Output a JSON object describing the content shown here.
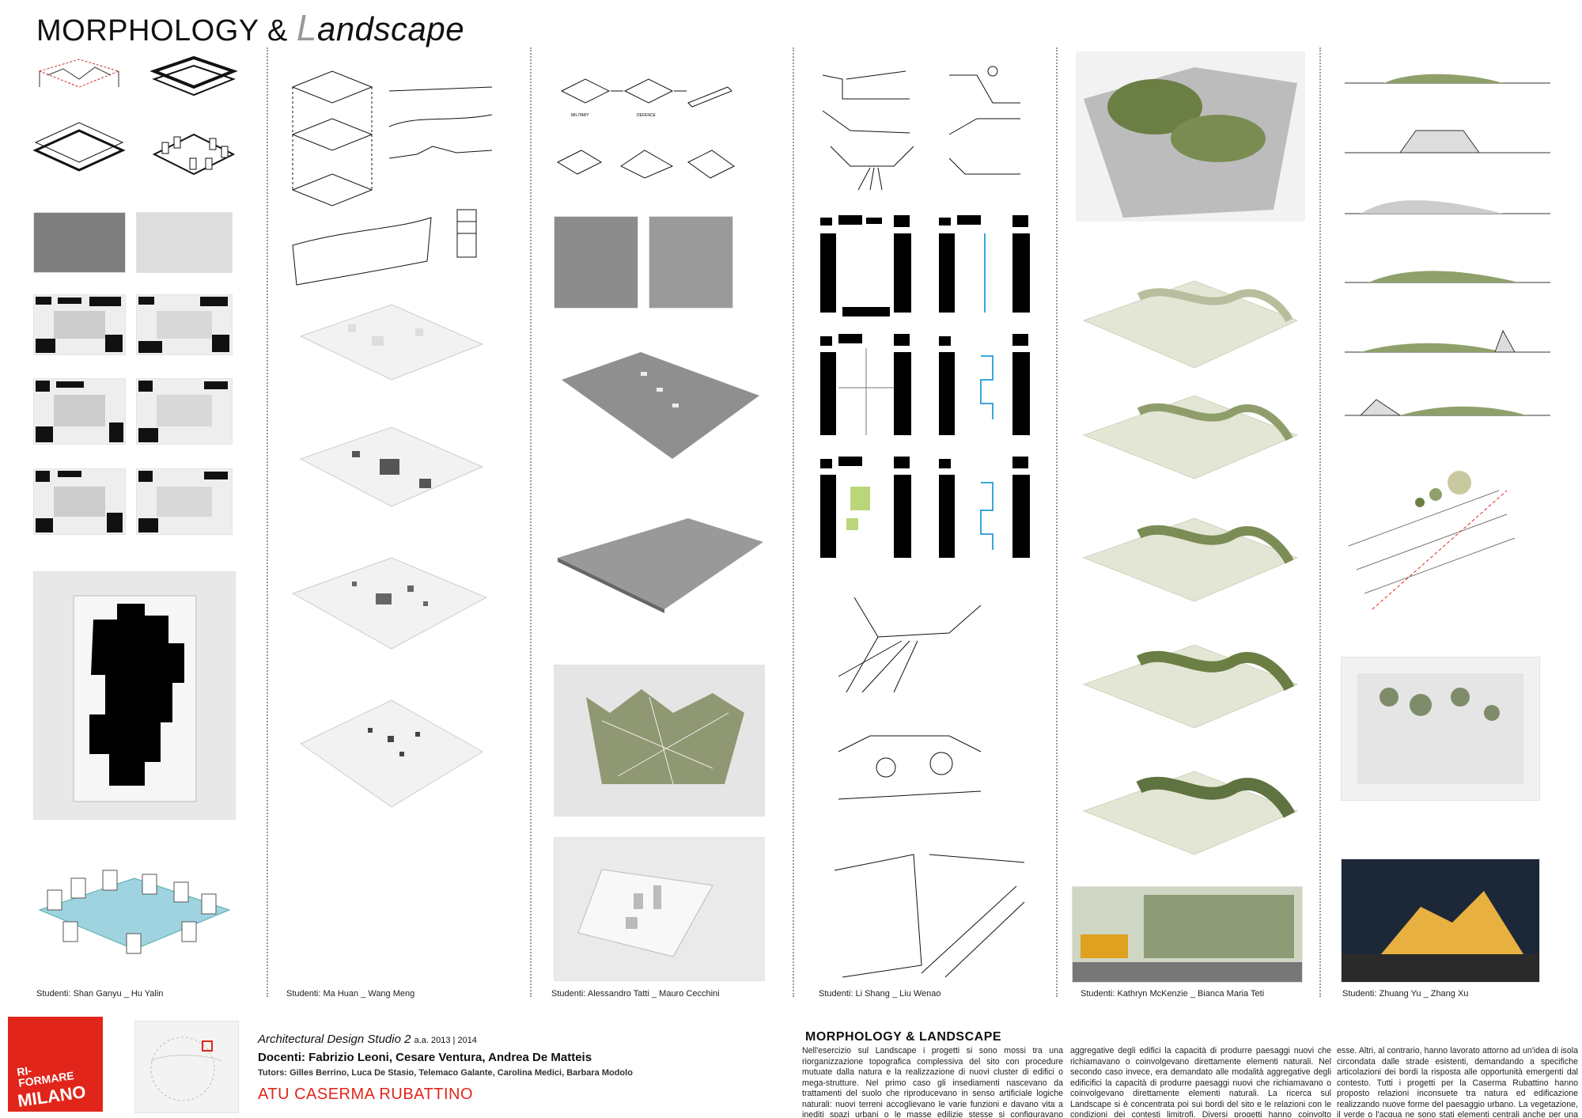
{
  "header": {
    "title_part1": "MORPHOLOGY & ",
    "title_cap": "L",
    "title_rest": "andscape"
  },
  "students": [
    "Studenti: Shan Ganyu _ Hu Yalin",
    "Studenti: Ma Huan _ Wang Meng",
    "Studenti: Alessandro Tatti _ Mauro Cecchini",
    "Studenti: Li Shang _ Liu Wenao",
    "Studenti: Kathryn McKenzie _ Bianca Maria Teti",
    "Studenti: Zhuang Yu _ Zhang Xu"
  ],
  "diagram_labels": {
    "military": "MILITARY",
    "defence": "DEFENCE"
  },
  "footer": {
    "logo_line1": "RI-",
    "logo_line2": "FORMARE",
    "logo_line3": "MILANO",
    "course": "Architectural Design Studio 2",
    "year": "a.a. 2013 | 2014",
    "docenti": "Docenti: Fabrizio Leoni, Cesare Ventura, Andrea De Matteis",
    "tutors": "Tutors: Gilles Berrino, Luca De Stasio, Telemaco Galante, Carolina Medici, Barbara Modolo",
    "site": "ATU CASERMA RUBATTINO",
    "section_title": "MORPHOLOGY & LANDSCAPE",
    "text_col1": "Nell'esercizio sul Landscape i progetti si sono mossi tra una riorganizzazione topografica complessiva del sito con procedure mutuate dalla natura e la realizzazione di nuovi cluster di edifici o mega-strutture. Nel primo caso gli insediamenti nascevano da trattamenti del suolo che riproducevano in senso artificiale logiche naturali: nuovi terreni accoglievano le varie funzioni e davano vita a inediti spazi urbani o le masse edilizie stesse si configuravano secondo forme vicine a quelle di paesaggi naturali. Nel secondo caso invece, era demandato alle modalità",
    "text_col2": "aggregative degli edifici la capacità di produrre paesaggi nuovi che richiamavano o coinvolgevano direttamente elementi naturali. Nel secondo caso invece, era demandato alle modalità aggregative degli edificifici la capacità di produrre paesaggi nuovi che richiamavano o coinvolgevano direttamente elementi naturali. La ricerca sul Landscape si è concentrata poi sui bordi del sito e le relazioni con le condizioni dei contesti limitrofi. Diversi progetti hanno coinvolto direttamente alcune aree adiacenti al sito ampliandosi su di",
    "text_col3": "esse. Altri, al contrario, hanno lavorato attorno ad un'idea di isola circondata dalle strade esistenti, demandando a specifiche articolazioni dei bordi la risposta alle opportunità emergenti dal contesto. Tutti i progetti per la Caserma Rubattino hanno proposto relazioni inconsuete tra natura ed edificazione realizzando nuove forme del paesaggio urbano. La vegetazione, il verde o l'acqua ne sono stati elementi centrali anche per una rigenerazione ambientale del sito stesso."
  },
  "colors": {
    "brand_red": "#e1251b",
    "water_blue": "#9fd3e0",
    "plan_blue": "#3aa6d8",
    "plan_green": "#b9d77a",
    "vegetation": "#6b7f45"
  }
}
